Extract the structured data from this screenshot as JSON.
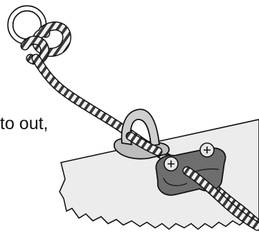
{
  "caption": {
    "text": "to out,"
  },
  "illustration": {
    "parts": [
      "ring",
      "braided-rope",
      "fairlead",
      "cam-cleat",
      "deck-panel",
      "screw-head"
    ]
  },
  "colors": {
    "ink": "#111111",
    "deck_fill": "#ececec",
    "rope_light": "#f2f2f2",
    "rope_dark": "#3a3a3a",
    "fairlead_fill": "#cfcfcf",
    "cleat_fill": "#6e6e6e",
    "screw_fill": "#e6e6e6"
  }
}
